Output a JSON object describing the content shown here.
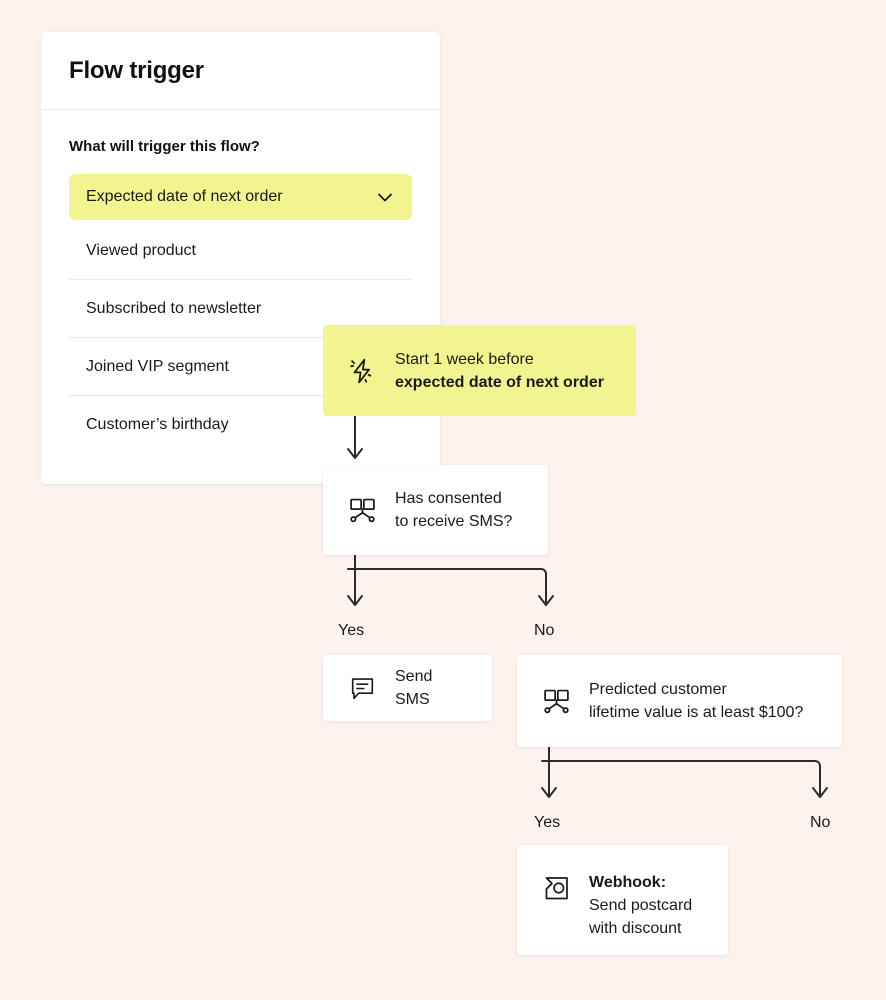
{
  "colors": {
    "background": "#fdf3ee",
    "accent_yellow": "#f2f58f",
    "card_white": "#ffffff",
    "text": "#1a1a1a",
    "connector": "#2b2b2b"
  },
  "panel": {
    "title": "Flow trigger",
    "question": "What will trigger this flow?",
    "select": {
      "value": "Expected date of next order",
      "icon": "chevron-down-icon"
    },
    "options": [
      "Viewed product",
      "Subscribed to newsletter",
      "Joined VIP segment",
      "Customer’s birthday"
    ]
  },
  "flow": {
    "trigger_node": {
      "icon": "lightning-bolt-icon",
      "line1": "Start 1 week before",
      "line2": "expected date of next order"
    },
    "sms_consent_node": {
      "icon": "branch-split-icon",
      "line1": "Has consented",
      "line2": "to receive SMS?"
    },
    "send_sms_node": {
      "icon": "speech-bubble-icon",
      "line1": "Send SMS"
    },
    "clv_node": {
      "icon": "branch-split-icon",
      "line1": "Predicted customer",
      "line2": "lifetime value is at least $100?"
    },
    "webhook_node": {
      "icon": "webhook-icon",
      "line1": "Webhook:",
      "line2": "Send postcard",
      "line3": "with discount"
    },
    "branch_labels": {
      "yes_1": "Yes",
      "no_1": "No",
      "yes_2": "Yes",
      "no_2": "No"
    }
  }
}
